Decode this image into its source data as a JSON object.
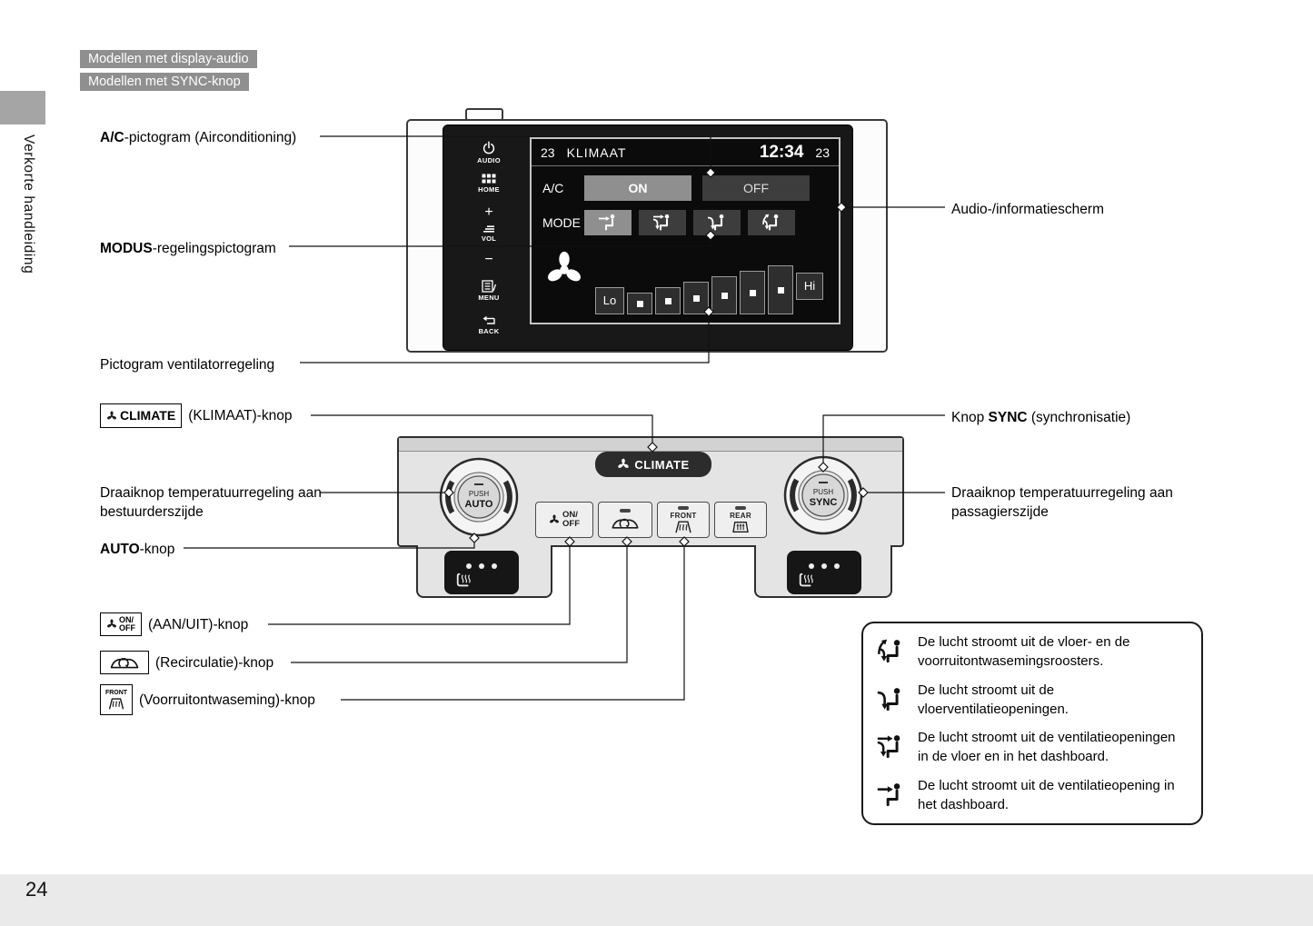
{
  "page": {
    "badge1": "Modellen met display-audio",
    "badge2": "Modellen met SYNC-knop",
    "sidebar_vertical": "Verkorte handleiding",
    "page_number": "24"
  },
  "head_unit": {
    "rail": {
      "audio": "AUDIO",
      "home": "HOME",
      "plus": "+",
      "vol": "VOL",
      "minus": "−",
      "menu": "MENU",
      "back": "BACK"
    },
    "display": {
      "temp_left": "23",
      "title": "KLIMAAT",
      "time": "12:34",
      "temp_right": "23",
      "ac_label": "A/C",
      "ac_on": "ON",
      "ac_off": "OFF",
      "mode_label": "MODE",
      "fan_lo": "Lo",
      "fan_hi": "Hi"
    }
  },
  "panel": {
    "climate": "CLIMATE",
    "knob_left": {
      "push": "PUSH",
      "name": "AUTO"
    },
    "knob_right": {
      "push": "PUSH",
      "name": "SYNC"
    },
    "onoff": {
      "line1": "ON/",
      "line2": "OFF"
    },
    "front": "FRONT",
    "rear": "REAR"
  },
  "callouts": {
    "ac": {
      "bold": "A/C",
      "rest": "-pictogram (Airconditioning)"
    },
    "mode": {
      "bold": "MODUS",
      "rest": "-regelingspictogram"
    },
    "fan": "Pictogram ventilatorregeling",
    "climate": {
      "icon_label": "CLIMATE",
      "rest": "(KLIMAAT)-knop"
    },
    "driver_temp": "Draaiknop temperatuurregeling aan bestuurderszijde",
    "auto": {
      "bold": "AUTO",
      "rest": "-knop"
    },
    "onoff": {
      "icon_line1": "ON/",
      "icon_line2": "OFF",
      "rest": "(AAN/UIT)-knop"
    },
    "recirc": "(Recirculatie)-knop",
    "front_defrost": {
      "icon_label": "FRONT",
      "rest": "(Voorruitontwaseming)-knop"
    },
    "screen": "Audio-/informatiescherm",
    "sync": {
      "pre": "Knop ",
      "bold": "SYNC",
      "rest": " (synchronisatie)"
    },
    "passenger_temp": "Draaiknop temperatuurregeling aan passagierszijde"
  },
  "legend": {
    "items": [
      {
        "icon": "airflow-floor-defrost-icon",
        "text": "De lucht stroomt uit de vloer- en de voorruitontwasemingsroosters."
      },
      {
        "icon": "airflow-floor-icon",
        "text": "De lucht stroomt uit de vloerventilatieopeningen."
      },
      {
        "icon": "airflow-floor-vent-icon",
        "text": "De lucht stroomt uit de ventilatieopeningen in de vloer en in het dashboard."
      },
      {
        "icon": "airflow-vent-icon",
        "text": "De lucht stroomt uit de ventilatieopening in het dashboard."
      }
    ]
  }
}
